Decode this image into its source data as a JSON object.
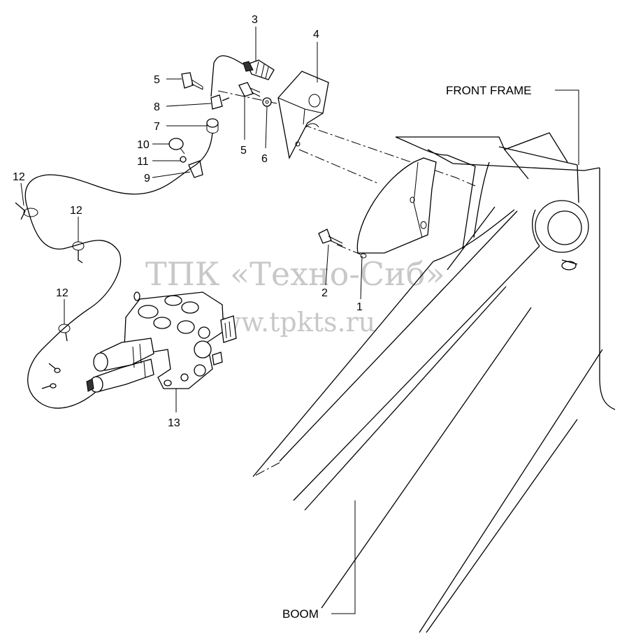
{
  "watermark": {
    "line1": "ТПК «Техно-Сиб»",
    "line2": "www.tpkts.ru"
  },
  "labels": {
    "front_frame": "FRONT FRAME",
    "boom": "BOOM",
    "callouts": {
      "c1": "1",
      "c2": "2",
      "c3": "3",
      "c4": "4",
      "c5a": "5",
      "c5b": "5",
      "c6": "6",
      "c7": "7",
      "c8": "8",
      "c9": "9",
      "c10": "10",
      "c11": "11",
      "c12a": "12",
      "c12b": "12",
      "c12c": "12",
      "c13": "13"
    }
  }
}
